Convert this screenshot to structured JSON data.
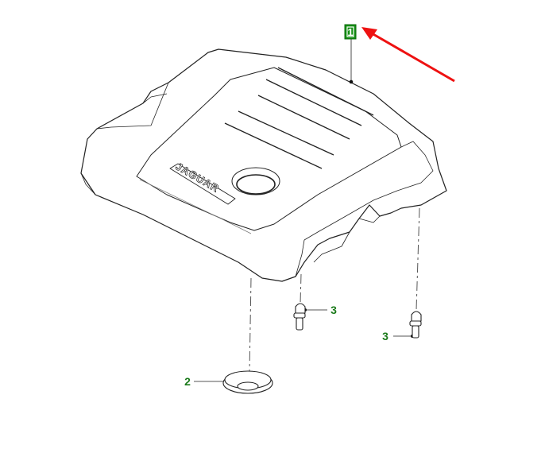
{
  "diagram": {
    "logo_text": "JAGUAR",
    "callouts": [
      {
        "id": "part-1",
        "label": "1",
        "selected": true
      },
      {
        "id": "part-2",
        "label": "2"
      },
      {
        "id": "part-3a",
        "label": "3"
      },
      {
        "id": "part-3b",
        "label": "3"
      }
    ],
    "colors": {
      "callout": "#1a7a1a",
      "selected_bg": "#159015",
      "arrow": "#ee1111"
    }
  }
}
